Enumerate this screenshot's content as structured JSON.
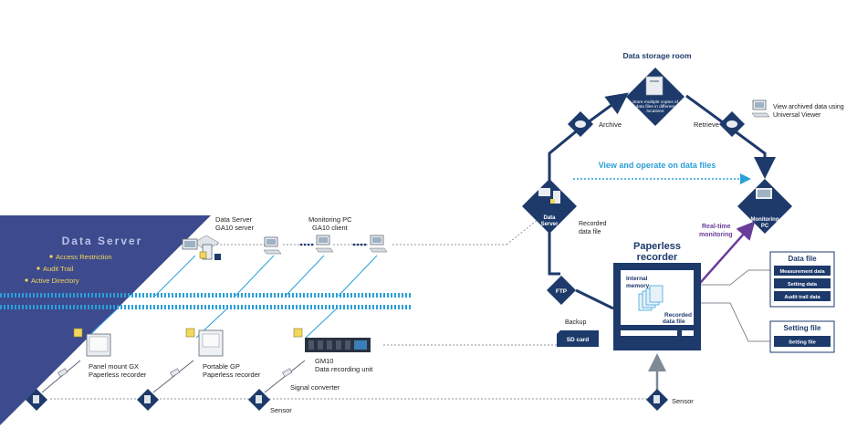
{
  "colors": {
    "navy": "#1d3a6b",
    "panel": "#3d4a8e",
    "cyan": "#2b9fd8",
    "purple": "#6a3d9a",
    "yellow": "#f2d85a",
    "gray": "#7f8a96"
  },
  "data_server_panel": {
    "title": "Data Server",
    "features": [
      "Access Restriction",
      "Audit Trail",
      "Active Directory"
    ]
  },
  "left_labels": {
    "server": [
      "Data Server",
      "GA10 server"
    ],
    "client": [
      "Monitoring PC",
      "GA10 client"
    ],
    "gx": [
      "Panel mount GX",
      "Paperless recorder"
    ],
    "gp": [
      "Portable GP",
      "Paperless recorder"
    ],
    "gm": [
      "GM10",
      "Data recording unit"
    ],
    "signal_converter": "Signal converter",
    "sensor": "Sensor"
  },
  "right_labels": {
    "storage_title": "Data storage room",
    "storage_desc": [
      "Store multiple copies of",
      "data files in different",
      "locations"
    ],
    "archive": "Archive",
    "retrieve": "Retrieve",
    "view_archived": [
      "View archived data using",
      "Universal Viewer"
    ],
    "view_operate": "View and operate on data files",
    "data_server_node": [
      "Data",
      "Server"
    ],
    "recorded_data_file": [
      "Recorded",
      "data file"
    ],
    "realtime": [
      "Real-time",
      "monitoring"
    ],
    "monitoring_pc": [
      "Monitoring",
      "PC"
    ],
    "recorder_title": [
      "Paperless",
      "recorder"
    ],
    "internal_memory": [
      "Internal",
      "memory"
    ],
    "recorded_file_in": [
      "Recorded",
      "data file"
    ],
    "ftp": "FTP",
    "backup": "Backup",
    "sd_card": "SD card",
    "sensor": "Sensor"
  },
  "data_file_box": {
    "title": "Data file",
    "items": [
      "Measurement data",
      "Setting data",
      "Audit trail data"
    ]
  },
  "setting_file_box": {
    "title": "Setting file",
    "items": [
      "Setting file"
    ]
  }
}
